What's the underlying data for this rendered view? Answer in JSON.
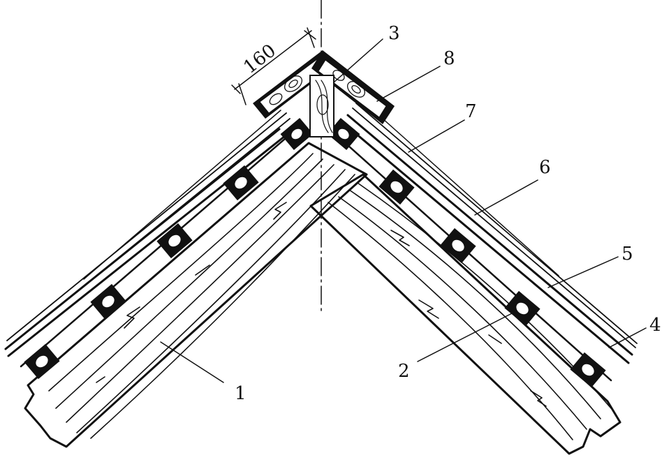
{
  "diagram": {
    "dimension": {
      "text": "160"
    },
    "callouts": [
      {
        "id": "1",
        "text": "1"
      },
      {
        "id": "2",
        "text": "2"
      },
      {
        "id": "3",
        "text": "3"
      },
      {
        "id": "4",
        "text": "4"
      },
      {
        "id": "5",
        "text": "5"
      },
      {
        "id": "6",
        "text": "6"
      },
      {
        "id": "7",
        "text": "7"
      },
      {
        "id": "8",
        "text": "8"
      }
    ],
    "colors": {
      "ink": "#111111",
      "paper": "#ffffff"
    }
  }
}
